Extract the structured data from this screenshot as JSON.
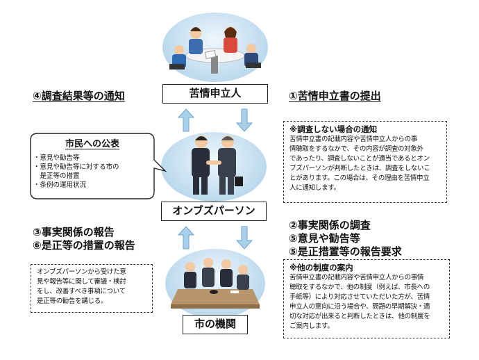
{
  "nodes": {
    "complainant": "苦情申立人",
    "ombudsman": "オンブズパーソン",
    "city_agency": "市の機関"
  },
  "left_labels": {
    "step4": "④調査結果等の通知",
    "step3": "③事実関係の報告",
    "step6": "⑥是正等の措置の報告"
  },
  "right_labels": {
    "step1": "①苦情申立書の提出",
    "step2": "②事実関係の調査",
    "step5a": "⑤意見や勧告等",
    "step5b": "⑤是正措置等の報告要求"
  },
  "publication": {
    "title": "市民への公表",
    "items": [
      "・意見や勧告等",
      "・意見や勧告等に対する市の",
      "　是正等の措置",
      "・条例の運用状況"
    ]
  },
  "no_investigation": {
    "title": "※調査しない場合の通知",
    "lines": [
      "苦情申立書の記載内容や苦情申立人からの事",
      "情聴取をするなかで、その内容が調査の対象外",
      "であったり、調査しないことが適当であるとオン",
      "ブズパーソンが判断したときは、調査をしないこ",
      "とがあります。この場合は、その理由を苦情申立",
      "人に通知します。"
    ]
  },
  "other_systems": {
    "title": "※他の制度の案内",
    "lines": [
      "苦情申立書の記載内容や苦情申立人からの事情",
      "聴取をするなかで、他の制度（例えば、市長への",
      "手紙等）により対応させていただいた方が、苦情",
      "申立人の意向に沿う場合や、問題の早期解決・適",
      "切な対応が出来ると判断したときは、他の制度を",
      "ご案内します。"
    ]
  },
  "agency_note": {
    "lines": [
      "オンブズパーソンから受けた意",
      "見や報告等に関して審議・検討",
      "をし、改善すべき事項について",
      "是正等の勧告を講じる。"
    ]
  },
  "colors": {
    "arrow_fill": "#a9d0ea",
    "arrow_stroke": "#6fa6cf",
    "ellipse_edge": "#a7cbe6",
    "suit": "#2a2e3a",
    "table": "#b8956a"
  }
}
